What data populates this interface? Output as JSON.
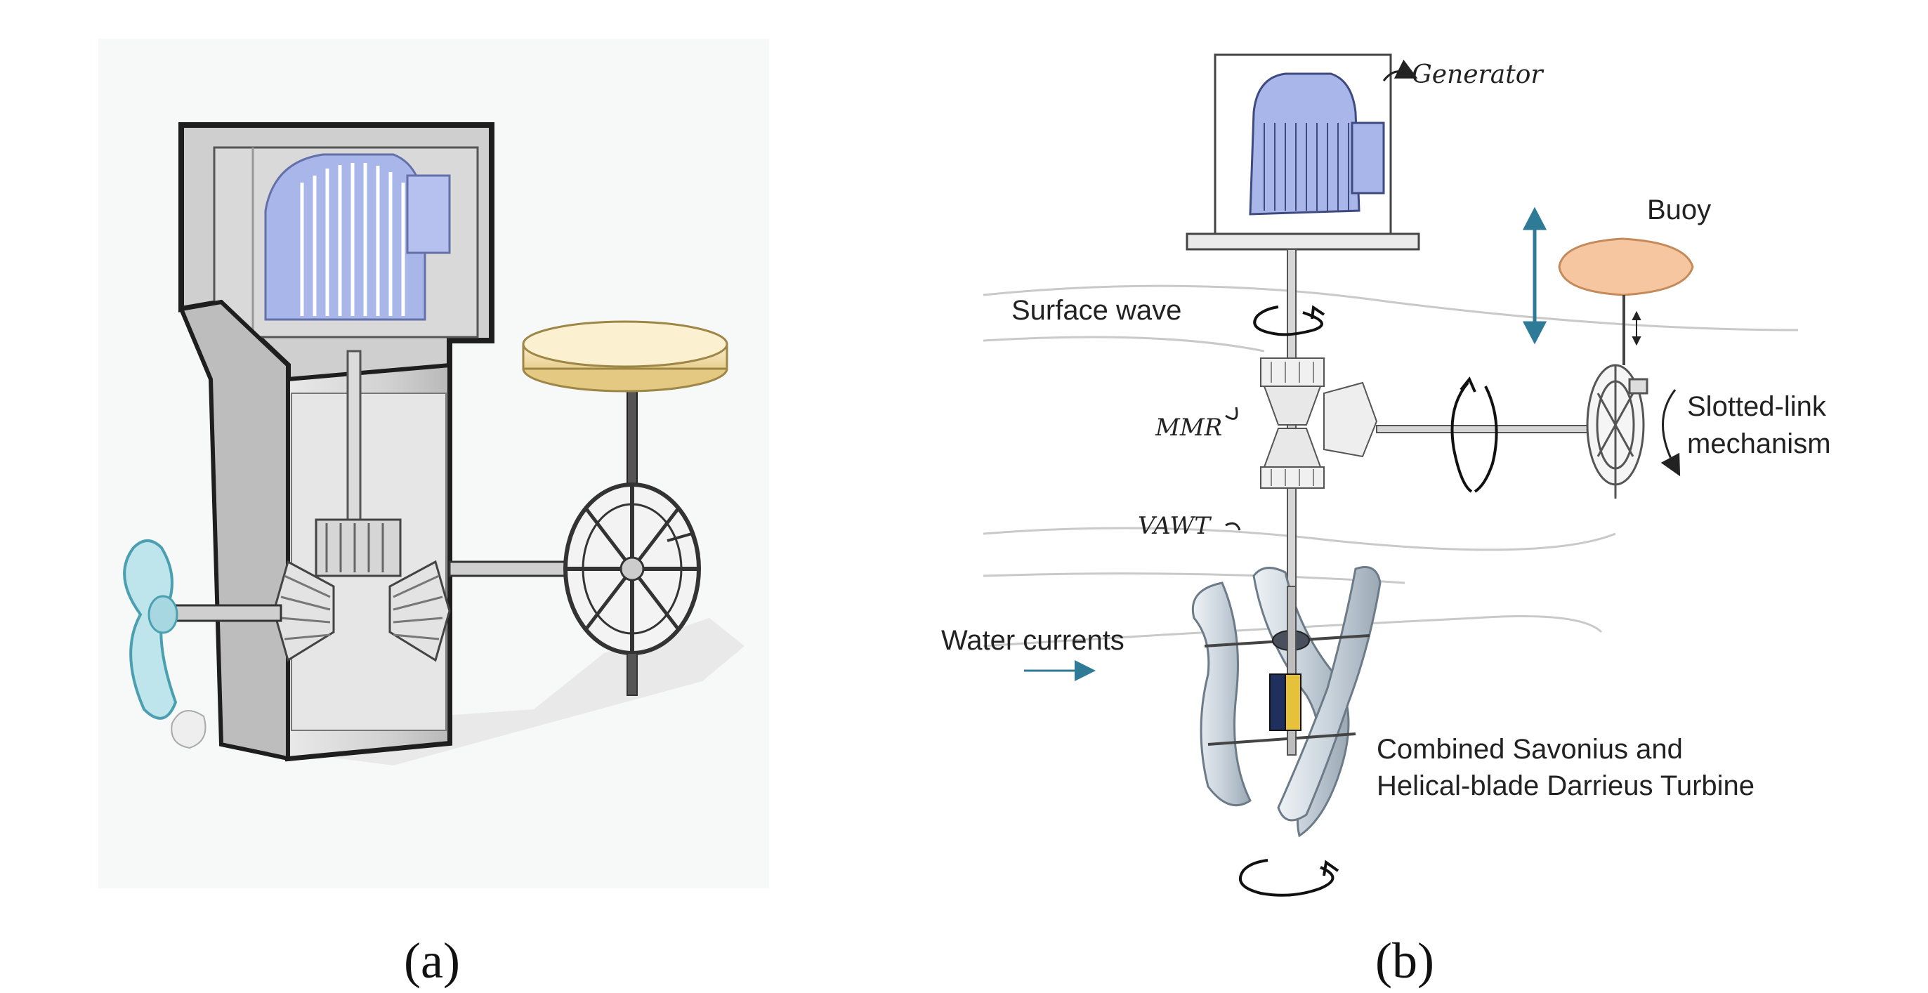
{
  "panel_a": {
    "caption": "(a)"
  },
  "panel_b": {
    "caption": "(b)",
    "labels": {
      "generator": "Generator",
      "buoy": "Buoy",
      "surface_wave": "Surface wave",
      "mmr": "MMR",
      "slotted_link_1": "Slotted-link",
      "slotted_link_2": "mechanism",
      "vawt": "VAWT",
      "water_currents": "Water currents",
      "turbine_1": "Combined Savonius and",
      "turbine_2": "Helical-blade Darrieus Turbine"
    }
  },
  "colors": {
    "generator_fill": "#a9b6ea",
    "buoy_a_fill": "#f3dfb0",
    "buoy_b_fill": "#f6c6a0",
    "propeller_fill": "#bfe5ec",
    "arrow_teal": "#2f7a97",
    "housing_gray": "#cfcfcf",
    "housing_dark": "#1e1e1e"
  }
}
